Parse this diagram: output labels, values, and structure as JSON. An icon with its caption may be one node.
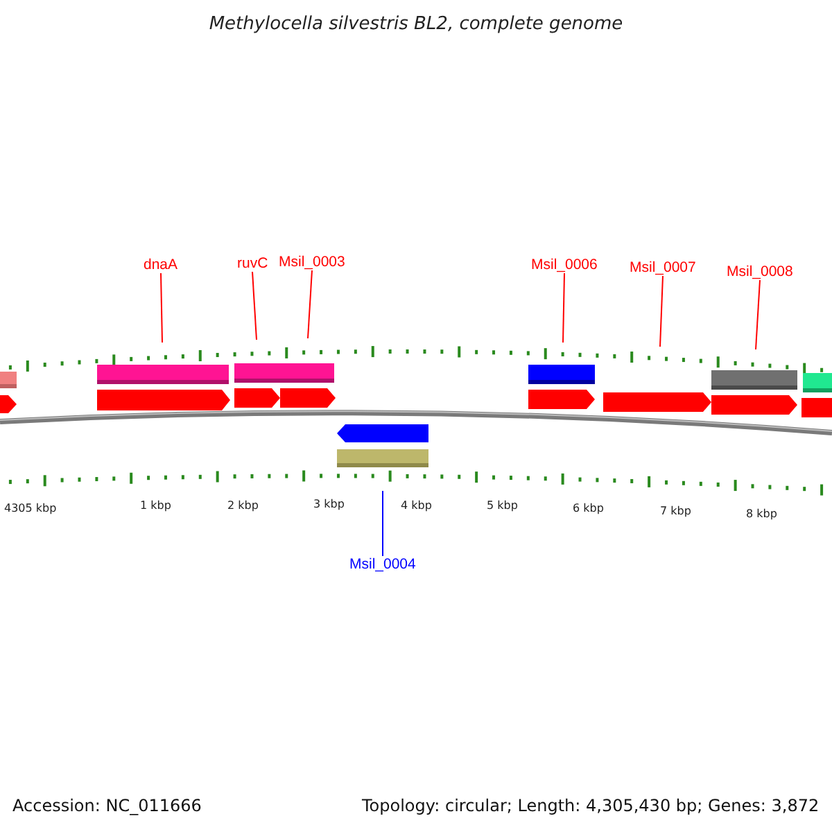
{
  "diagram": {
    "title": "Methylocella silvestris BL2, complete genome",
    "nodes": [
      {
        "text": [
          "dnaA"
        ]
      },
      {
        "text": [
          "ruvC"
        ]
      },
      {
        "text": [
          "Msil_0003"
        ]
      },
      {
        "text": [
          "Msil_0004"
        ]
      },
      {
        "text": [
          "Msil_0006"
        ]
      },
      {
        "text": [
          "Msil_0007"
        ]
      },
      {
        "text": [
          "Msil_0008"
        ]
      }
    ],
    "edges": [
      {
        "from": 0,
        "to": null,
        "arrow": "none"
      },
      {
        "from": 1,
        "to": null,
        "arrow": "none"
      },
      {
        "from": 2,
        "to": null,
        "arrow": "none"
      },
      {
        "from": 3,
        "to": null,
        "arrow": "none",
        "color": "#0000ff"
      },
      {
        "from": 4,
        "to": null,
        "arrow": "none"
      },
      {
        "from": 5,
        "to": null,
        "arrow": "none"
      },
      {
        "from": 6,
        "to": null,
        "arrow": "none"
      }
    ],
    "labels": [
      "4305 kbp",
      "1 kbp",
      "2 kbp",
      "3 kbp",
      "4 kbp",
      "5 kbp",
      "6 kbp",
      "7 kbp",
      "8 kbp",
      "Accession: NC_011666",
      "Topology: circular; Length: 4,305,430 bp; Genes: 3,872"
    ]
  }
}
